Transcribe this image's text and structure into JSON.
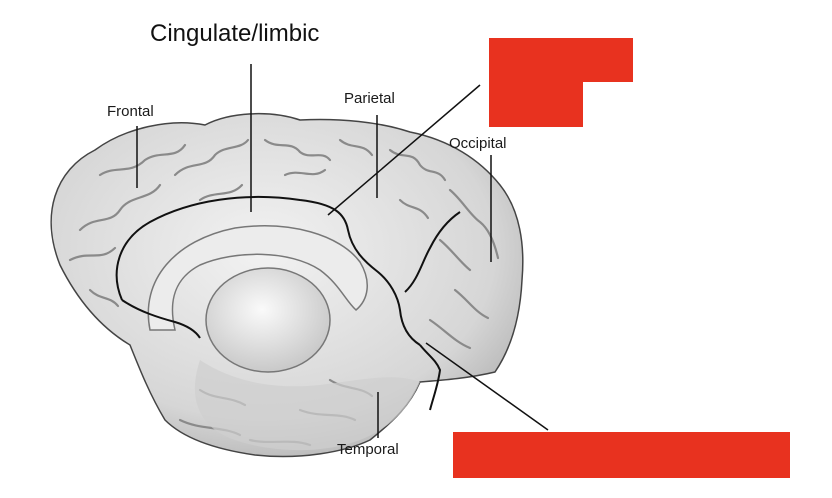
{
  "labels": {
    "cingulate": "Cingulate/limbic",
    "frontal": "Frontal",
    "parietal": "Parietal",
    "occipital": "Occipital",
    "temporal": "Temporal"
  },
  "colors": {
    "redaction": "#e8321f",
    "brain_fill": "#dcdcdc",
    "brain_shadow": "#a8a8a8",
    "outline": "#1a1a1a"
  },
  "icons": {
    "brain": "brain-medial-view-icon"
  }
}
